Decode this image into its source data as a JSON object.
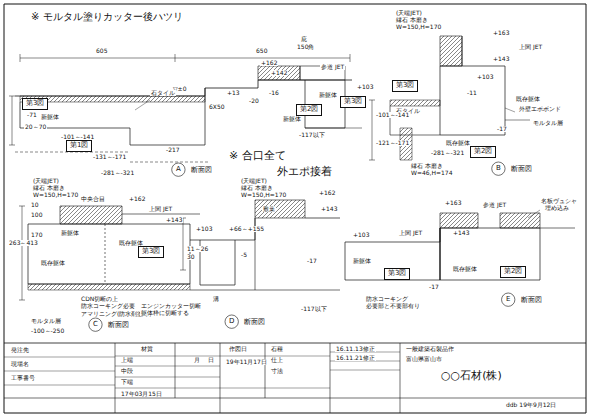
{
  "diagram": {
    "nodes": [
      {
        "text": [
          "第3図"
        ]
      },
      {
        "text": [
          "第2図"
        ]
      },
      {
        "text": [
          "第3図"
        ]
      },
      {
        "text": [
          "第1図"
        ]
      },
      {
        "text": [
          "第3図"
        ]
      },
      {
        "text": [
          "第2図"
        ]
      },
      {
        "text": [
          "第3図"
        ]
      },
      {
        "text": [
          "第3図"
        ]
      },
      {
        "text": [
          "第2図"
        ]
      }
    ],
    "labels": [
      "※ モルタル塗りカッター後ハツリ",
      "605",
      "650",
      "庇",
      "150角",
      "参道 JET",
      "+162",
      "+142",
      "+103",
      "▽±0",
      "+13",
      "-20",
      "-16",
      "6X50",
      "新躯体",
      "-71",
      "-101～-141",
      "石タイル",
      "新躯体",
      "-131～-171",
      "-217",
      "20～70",
      "-117以下",
      "-281～-321",
      "新躯体",
      "A",
      "断面図",
      "(天端JET)",
      "縁石 本磨き",
      "W=150,H=170",
      "+163",
      "上関 JET",
      "+143",
      "+103",
      "-11",
      "既存躯体",
      "外壁エポボンド",
      "石タイル",
      "既存躯体",
      "-17",
      "縁石 本磨き",
      "W=46,H=174",
      "-101～-141",
      "-121～-171",
      "-281～-321",
      "モルタル層",
      "B",
      "断面図",
      "※ 合口全て",
      "外エポ接着",
      "(天端JET)",
      "縁石 本磨き",
      "W=150,H=170",
      "中央合目",
      "+162",
      "上関 JET",
      "+143",
      "+103",
      "新躯体",
      "既存躯体",
      "既存躯体",
      "CDN切断の上",
      "防水コーキング必要",
      "アマリニング(防水剤塗布)",
      "モルタル層",
      "エンジンカッター切断",
      "躯体枠に切断する",
      "263～413",
      "100",
      "170",
      "10",
      "-100～-250",
      "C",
      "断面図",
      "(天端JET)",
      "縁石 本磨き",
      "W=150,H=170",
      "+162",
      "敷葉",
      "+66～+155",
      "+143",
      "11～26",
      "30",
      "-5",
      "-17",
      "溝",
      "-117以下",
      "D",
      "断面図",
      "+163",
      "+143",
      "参道 JET",
      "上関 JET",
      "+103",
      "新躯体",
      "既存躯体",
      "-17",
      "防水コーキング",
      "必要部と不要部有り",
      "名板ヴュシャ",
      "埋め込み",
      "E",
      "断面図",
      "発注先",
      "現場名",
      "工事番号",
      "材質",
      "上端",
      "中段",
      "下端",
      "月",
      "日",
      "作図日",
      "19年11月17日",
      "17年03月15日",
      "石種",
      "仕上",
      "寸法",
      "16.11.13修正",
      "16.11.21修正",
      "一般建築石製品作",
      "富山県富山市",
      "○○石材(株)",
      "ddb 19年9月12日"
    ]
  }
}
